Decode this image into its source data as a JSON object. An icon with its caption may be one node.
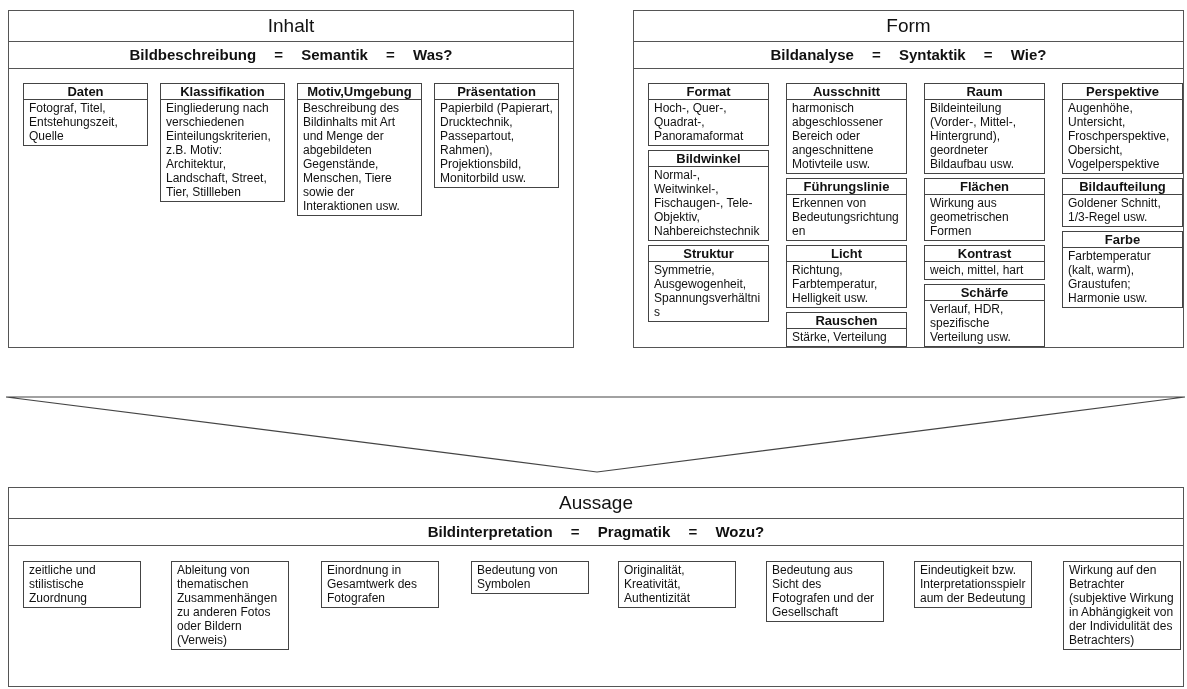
{
  "diagram": {
    "nodes": [
      {
        "text": [
          "Inhalt",
          "Bildbeschreibung = Semantik = Was?"
        ]
      },
      {
        "text": [
          "Daten",
          "Fotograf, Titel, Entstehungszeit, Quelle"
        ],
        "in": 0
      },
      {
        "text": [
          "Klassifikation",
          "Eingliederung nach verschiedenen Einteilungskriterien, z.B. Motiv: Architektur, Landschaft, Street, Tier, Stillleben"
        ],
        "in": 0
      },
      {
        "text": [
          "Motiv,Umgebung",
          "Beschreibung des Bildinhalts mit Art und Menge der abgebildeten Gegenstände, Menschen, Tiere sowie der Interaktionen usw."
        ],
        "in": 0
      },
      {
        "text": [
          "Präsentation",
          "Papierbild (Papierart, Drucktechnik, Passepartout, Rahmen), Projektionsbild, Monitorbild usw."
        ],
        "in": 0
      },
      {
        "text": [
          "Form",
          "Bildanalyse = Syntaktik = Wie?"
        ]
      },
      {
        "text": [
          "Format",
          "Hoch-, Quer-, Quadrat-, Panoramaformat"
        ],
        "in": 5
      },
      {
        "text": [
          "Bildwinkel",
          "Normal-, Weitwinkel-, Fischaugen-, Tele-Objektiv, Nahbereichstechnik"
        ],
        "in": 5
      },
      {
        "text": [
          "Struktur",
          "Symmetrie, Ausgewogenheit, Spannungsverhältnis"
        ],
        "in": 5
      },
      {
        "text": [
          "Ausschnitt",
          "harmonisch abgeschlossener Bereich oder angeschnittene Motivteile usw."
        ],
        "in": 5
      },
      {
        "text": [
          "Führungslinie",
          "Erkennen von Bedeutungsrichtungen"
        ],
        "in": 5
      },
      {
        "text": [
          "Licht",
          "Richtung, Farbtemperatur, Helligkeit usw."
        ],
        "in": 5
      },
      {
        "text": [
          "Rauschen",
          "Stärke, Verteilung"
        ],
        "in": 5
      },
      {
        "text": [
          "Raum",
          "Bildeinteilung (Vorder-, Mittel-, Hintergrund), geordneter Bildaufbau usw."
        ],
        "in": 5
      },
      {
        "text": [
          "Flächen",
          "Wirkung aus geometrischen Formen"
        ],
        "in": 5
      },
      {
        "text": [
          "Kontrast",
          "weich, mittel, hart"
        ],
        "in": 5
      },
      {
        "text": [
          "Schärfe",
          "Verlauf, HDR, spezifische Verteilung usw."
        ],
        "in": 5
      },
      {
        "text": [
          "Perspektive",
          "Augenhöhe, Untersicht, Froschperspektive, Obersicht, Vogelperspektive"
        ],
        "in": 5
      },
      {
        "text": [
          "Bildaufteilung",
          "Goldener Schnitt, 1/3-Regel usw."
        ],
        "in": 5
      },
      {
        "text": [
          "Farbe",
          "Farbtemperatur (kalt, warm), Graustufen; Harmonie usw."
        ],
        "in": 5
      },
      {
        "text": [],
        "shape": "triangle"
      },
      {
        "text": [
          "Aussage",
          "Bildinterpretation = Pragmatik = Wozu?"
        ]
      },
      {
        "text": [
          "zeitliche und stilistische Zuordnung"
        ],
        "in": 21
      },
      {
        "text": [
          "Ableitung von thematischen Zusammenhängen zu anderen Fotos oder Bildern (Verweis)"
        ],
        "in": 21
      },
      {
        "text": [
          "Einordnung in Gesamtwerk des Fotografen"
        ],
        "in": 21
      },
      {
        "text": [
          "Bedeutung von Symbolen"
        ],
        "in": 21
      },
      {
        "text": [
          "Originalität, Kreativität, Authentizität"
        ],
        "in": 21
      },
      {
        "text": [
          "Bedeutung aus Sicht des Fotografen und der Gesellschaft"
        ],
        "in": 21
      },
      {
        "text": [
          "Eindeutigkeit bzw. Interpretationsspielraum der Bedeutung"
        ],
        "in": 21
      },
      {
        "text": [
          "Wirkung auf den Betrachter (subjektive Wirkung in Abhängigkeit von der Individulität des Betrachters)"
        ],
        "in": 21
      }
    ]
  }
}
